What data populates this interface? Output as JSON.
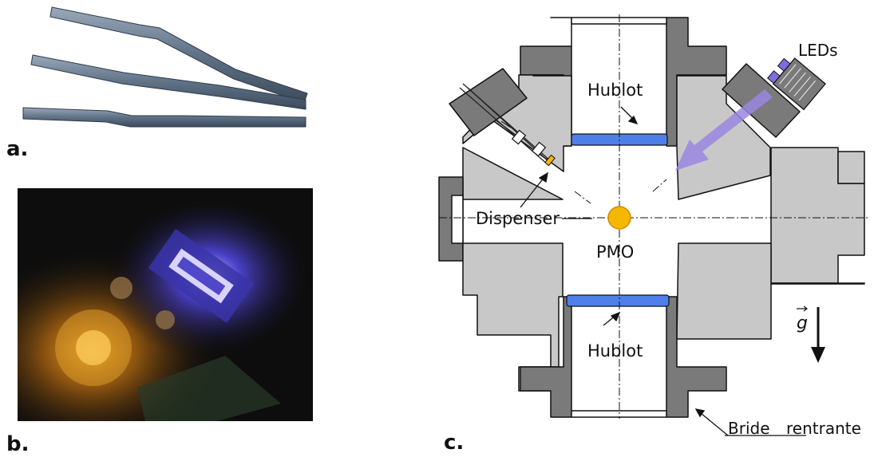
{
  "panels": {
    "a": {
      "label": "a."
    },
    "b": {
      "label": "b."
    },
    "c": {
      "label": "c."
    }
  },
  "diagram": {
    "leds": "LEDs",
    "hublot_top": "Hublot",
    "hublot_bottom": "Hublot",
    "dispenser": "Dispenser",
    "pmo": "PMO",
    "gravity": "g",
    "bride_part1": "Bride",
    "bride_part2": "rentrante"
  },
  "colors": {
    "flange_dark": "#7a7a7a",
    "body_light": "#c8c8c8",
    "window_blue": "#4f7fe8",
    "led_beam": "#9a86e0",
    "mot_yellow": "#f5b800"
  }
}
